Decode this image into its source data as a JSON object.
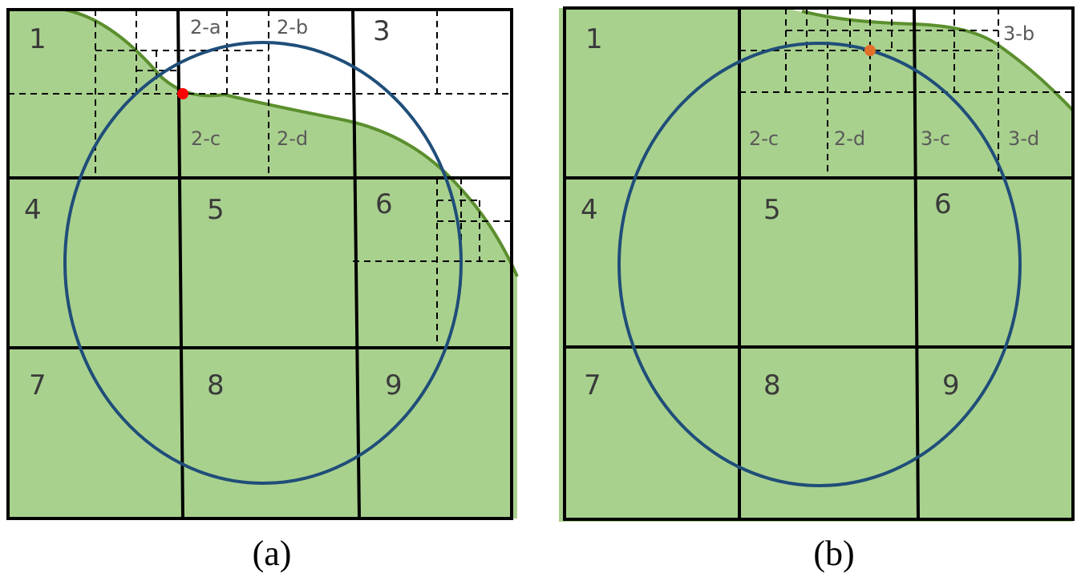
{
  "colors": {
    "region_fill": "#a9d18e",
    "boundary": "#5b8f2e",
    "circle": "#1f4e79",
    "grid": "#000000",
    "point_a": "#ff0000",
    "point_b": "#e0702a"
  },
  "panel_a": {
    "caption": "(a)",
    "cells": [
      "1",
      "2-a",
      "2-b",
      "3",
      "2-c",
      "2-d",
      "4",
      "5",
      "6",
      "7",
      "8",
      "9"
    ]
  },
  "panel_b": {
    "caption": "(b)",
    "cells": [
      "1",
      "3-b",
      "2-c",
      "2-d",
      "3-c",
      "3-d",
      "4",
      "5",
      "6",
      "7",
      "8",
      "9"
    ]
  }
}
